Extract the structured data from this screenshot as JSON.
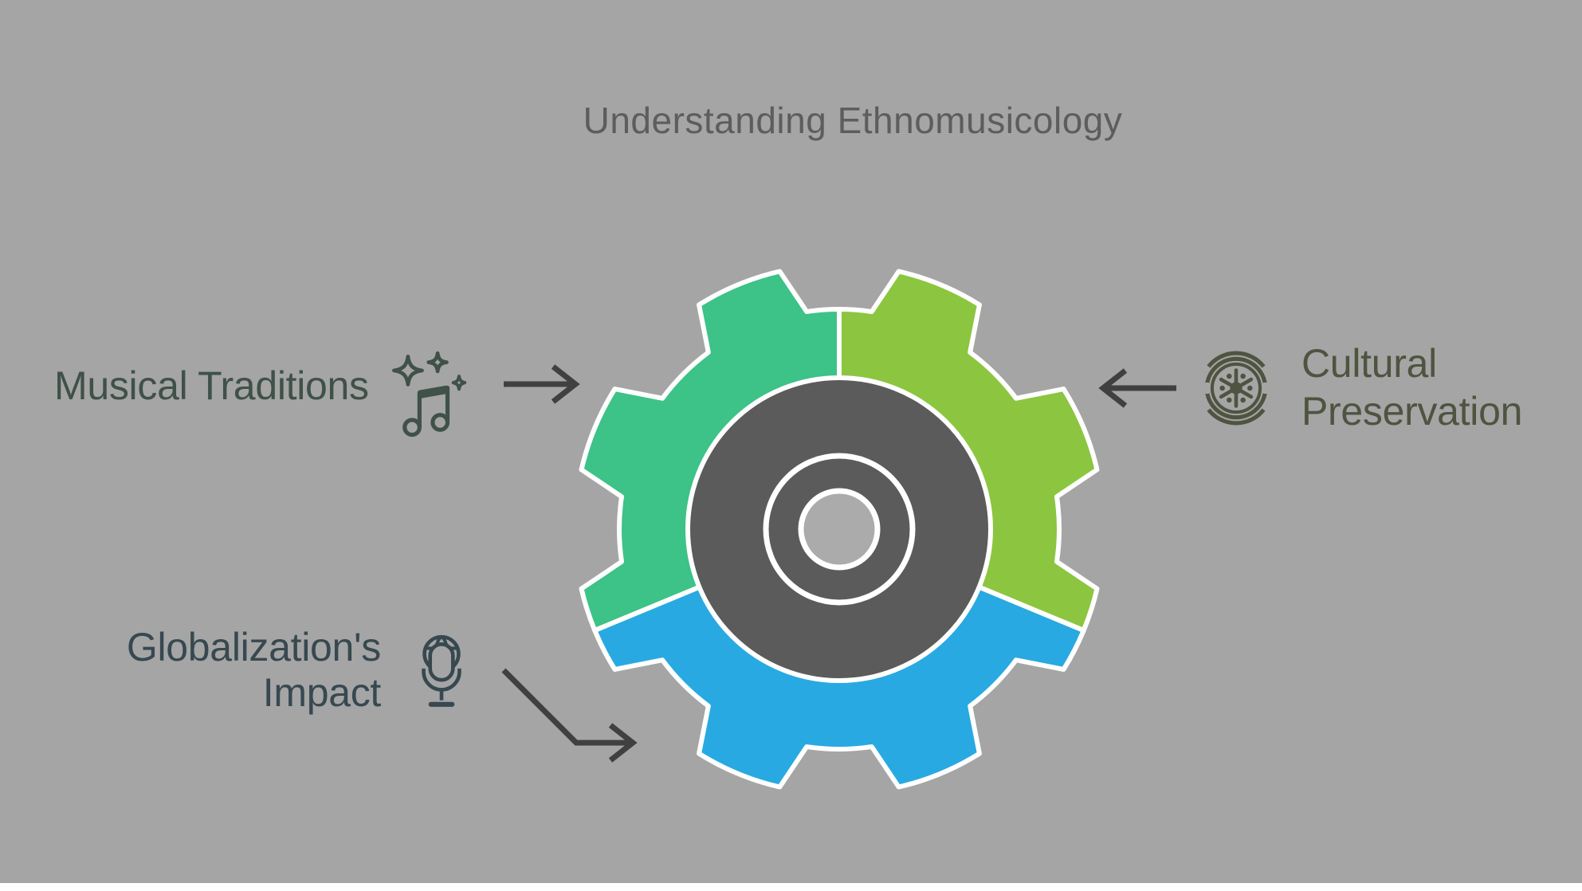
{
  "canvas": {
    "background": "#A5A5A5",
    "bottom_strip_color": "#FFFFFF"
  },
  "title": {
    "text": "Understanding Ethnomusicology",
    "color": "#5D5D5D"
  },
  "labels": {
    "musical": {
      "text": "Musical Traditions",
      "color": "#3F5148",
      "icon": "sparkle-music-note-icon"
    },
    "cultural": {
      "line1": "Cultural",
      "line2": "Preservation",
      "color": "#4E5440",
      "icon": "folk-medallion-icon"
    },
    "global": {
      "line1": "Globalization's",
      "line2": "Impact",
      "color": "#374850",
      "icon": "globe-microphone-icon"
    }
  },
  "gear": {
    "teeth": 8,
    "outline_color": "#FFFFFF",
    "hub_color": "#5B5B5B",
    "core_color": "#ABABAB",
    "segments": [
      {
        "name": "musical-traditions",
        "color": "#3DC287",
        "start_deg": 247.5,
        "end_deg": 360
      },
      {
        "name": "cultural-preservation",
        "color": "#8CC540",
        "start_deg": 0,
        "end_deg": 112.5
      },
      {
        "name": "globalizations-impact",
        "color": "#29A9E1",
        "start_deg": 112.5,
        "end_deg": 247.5
      }
    ]
  },
  "arrows": {
    "color": "#404040"
  }
}
